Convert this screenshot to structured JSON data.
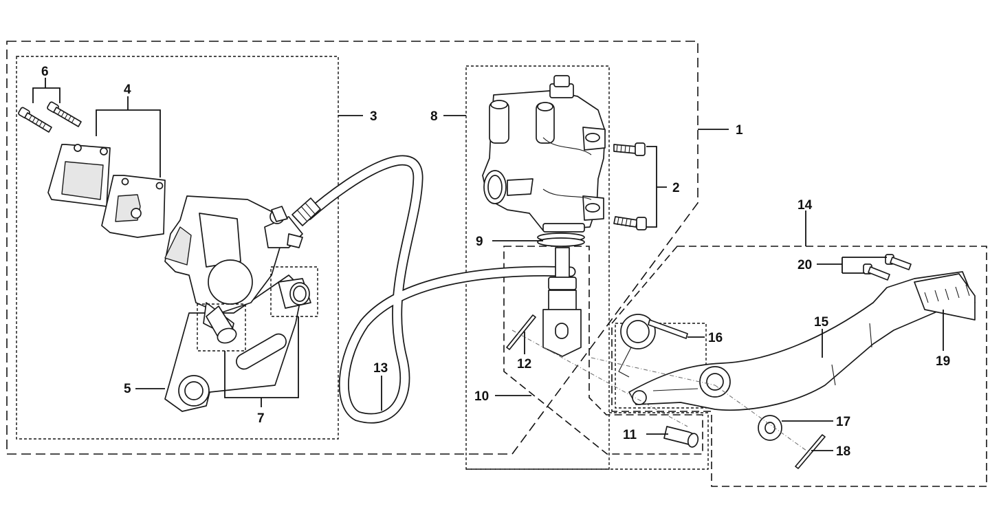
{
  "callouts": {
    "c1": "1",
    "c2": "2",
    "c3": "3",
    "c4": "4",
    "c5": "5",
    "c6": "6",
    "c7": "7",
    "c8": "8",
    "c9": "9",
    "c10": "10",
    "c11": "11",
    "c12": "12",
    "c13": "13",
    "c14": "14",
    "c15": "15",
    "c16": "16",
    "c17": "17",
    "c18": "18",
    "c19": "19",
    "c20": "20"
  },
  "colors": {
    "ink": "#111111",
    "paper": "#ffffff",
    "shade": "#e6e6e6"
  }
}
